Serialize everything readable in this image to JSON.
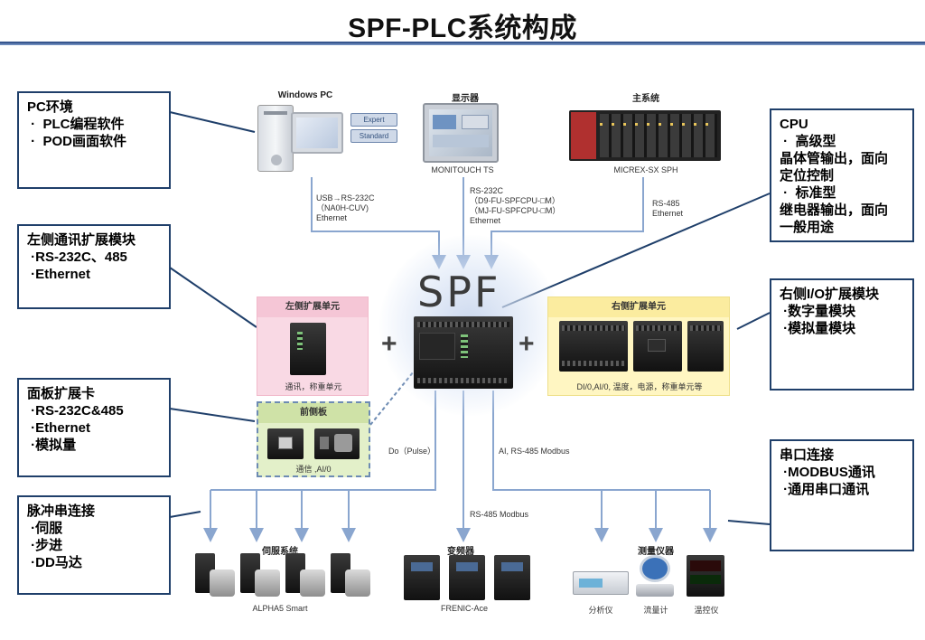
{
  "title": "SPF-PLC系统构成",
  "devices": {
    "pc": {
      "label": "Windows PC",
      "chip1": "Expert",
      "chip2": "Standard"
    },
    "display": {
      "label": "显示器",
      "caption": "MONITOUCH TS"
    },
    "host": {
      "label": "主系统",
      "caption": "MICREX-SX SPH"
    },
    "left_panel": {
      "header": "左侧扩展单元",
      "caption": "通讯，称重单元"
    },
    "right_panel": {
      "header": "右侧扩展单元",
      "caption": "DI/0,AI/0, 温度，电源，称重单元等"
    },
    "front_panel": {
      "header": "前侧板",
      "caption": "通信 ,AI/0"
    },
    "spf_logo": "SPF",
    "plus": "+",
    "servo": {
      "label": "伺服系统",
      "caption": "ALPHA5 Smart"
    },
    "inverter": {
      "label": "变频器",
      "caption": "FRENIC-Ace"
    },
    "meter": {
      "label": "测量仪器",
      "analyzer": "分析仪",
      "flowmeter": "流量计",
      "temp_ctrl": "温控仪"
    }
  },
  "links": {
    "pc_link": "USB→RS-232C\n（NA0H-CUV)\nEthernet",
    "display_link": "RS-232C\n（D9-FU-SPFCPU-□M）\n（MJ-FU-SPFCPU-□M）\nEthernet",
    "host_link": "RS-485\nEthernet",
    "pulse_link": "Do（Pulse）",
    "inverter_link": "RS-485 Modbus",
    "meter_link": "AI, RS-485 Modbus"
  },
  "callouts": {
    "pc_env": "PC环境\n ·  PLC编程软件\n ·  POD画面软件",
    "cpu": "CPU\n ·  高级型\n晶体管输出，面向\n定位控制\n ·  标准型\n继电器输出，面向\n一般用途",
    "left_comm": "左侧通讯扩展模块\n ·RS-232C、485\n ·Ethernet",
    "right_io": "右侧I/O扩展模块\n ·数字量模块\n ·模拟量模块",
    "panel_card": "面板扩展卡\n ·RS-232C&485\n ·Ethernet\n ·模拟量",
    "serial": "串口连接\n ·MODBUS通讯\n ·通用串口通讯",
    "pulse": "脉冲串连接\n ·伺服\n ·步进\n ·DD马达"
  },
  "colors": {
    "callout_border": "#1f3f6a",
    "wire": "#8aa6cf",
    "left_panel": "#f9d9e4",
    "right_panel": "#fff6c2",
    "front_panel": "#e3f0c9"
  }
}
